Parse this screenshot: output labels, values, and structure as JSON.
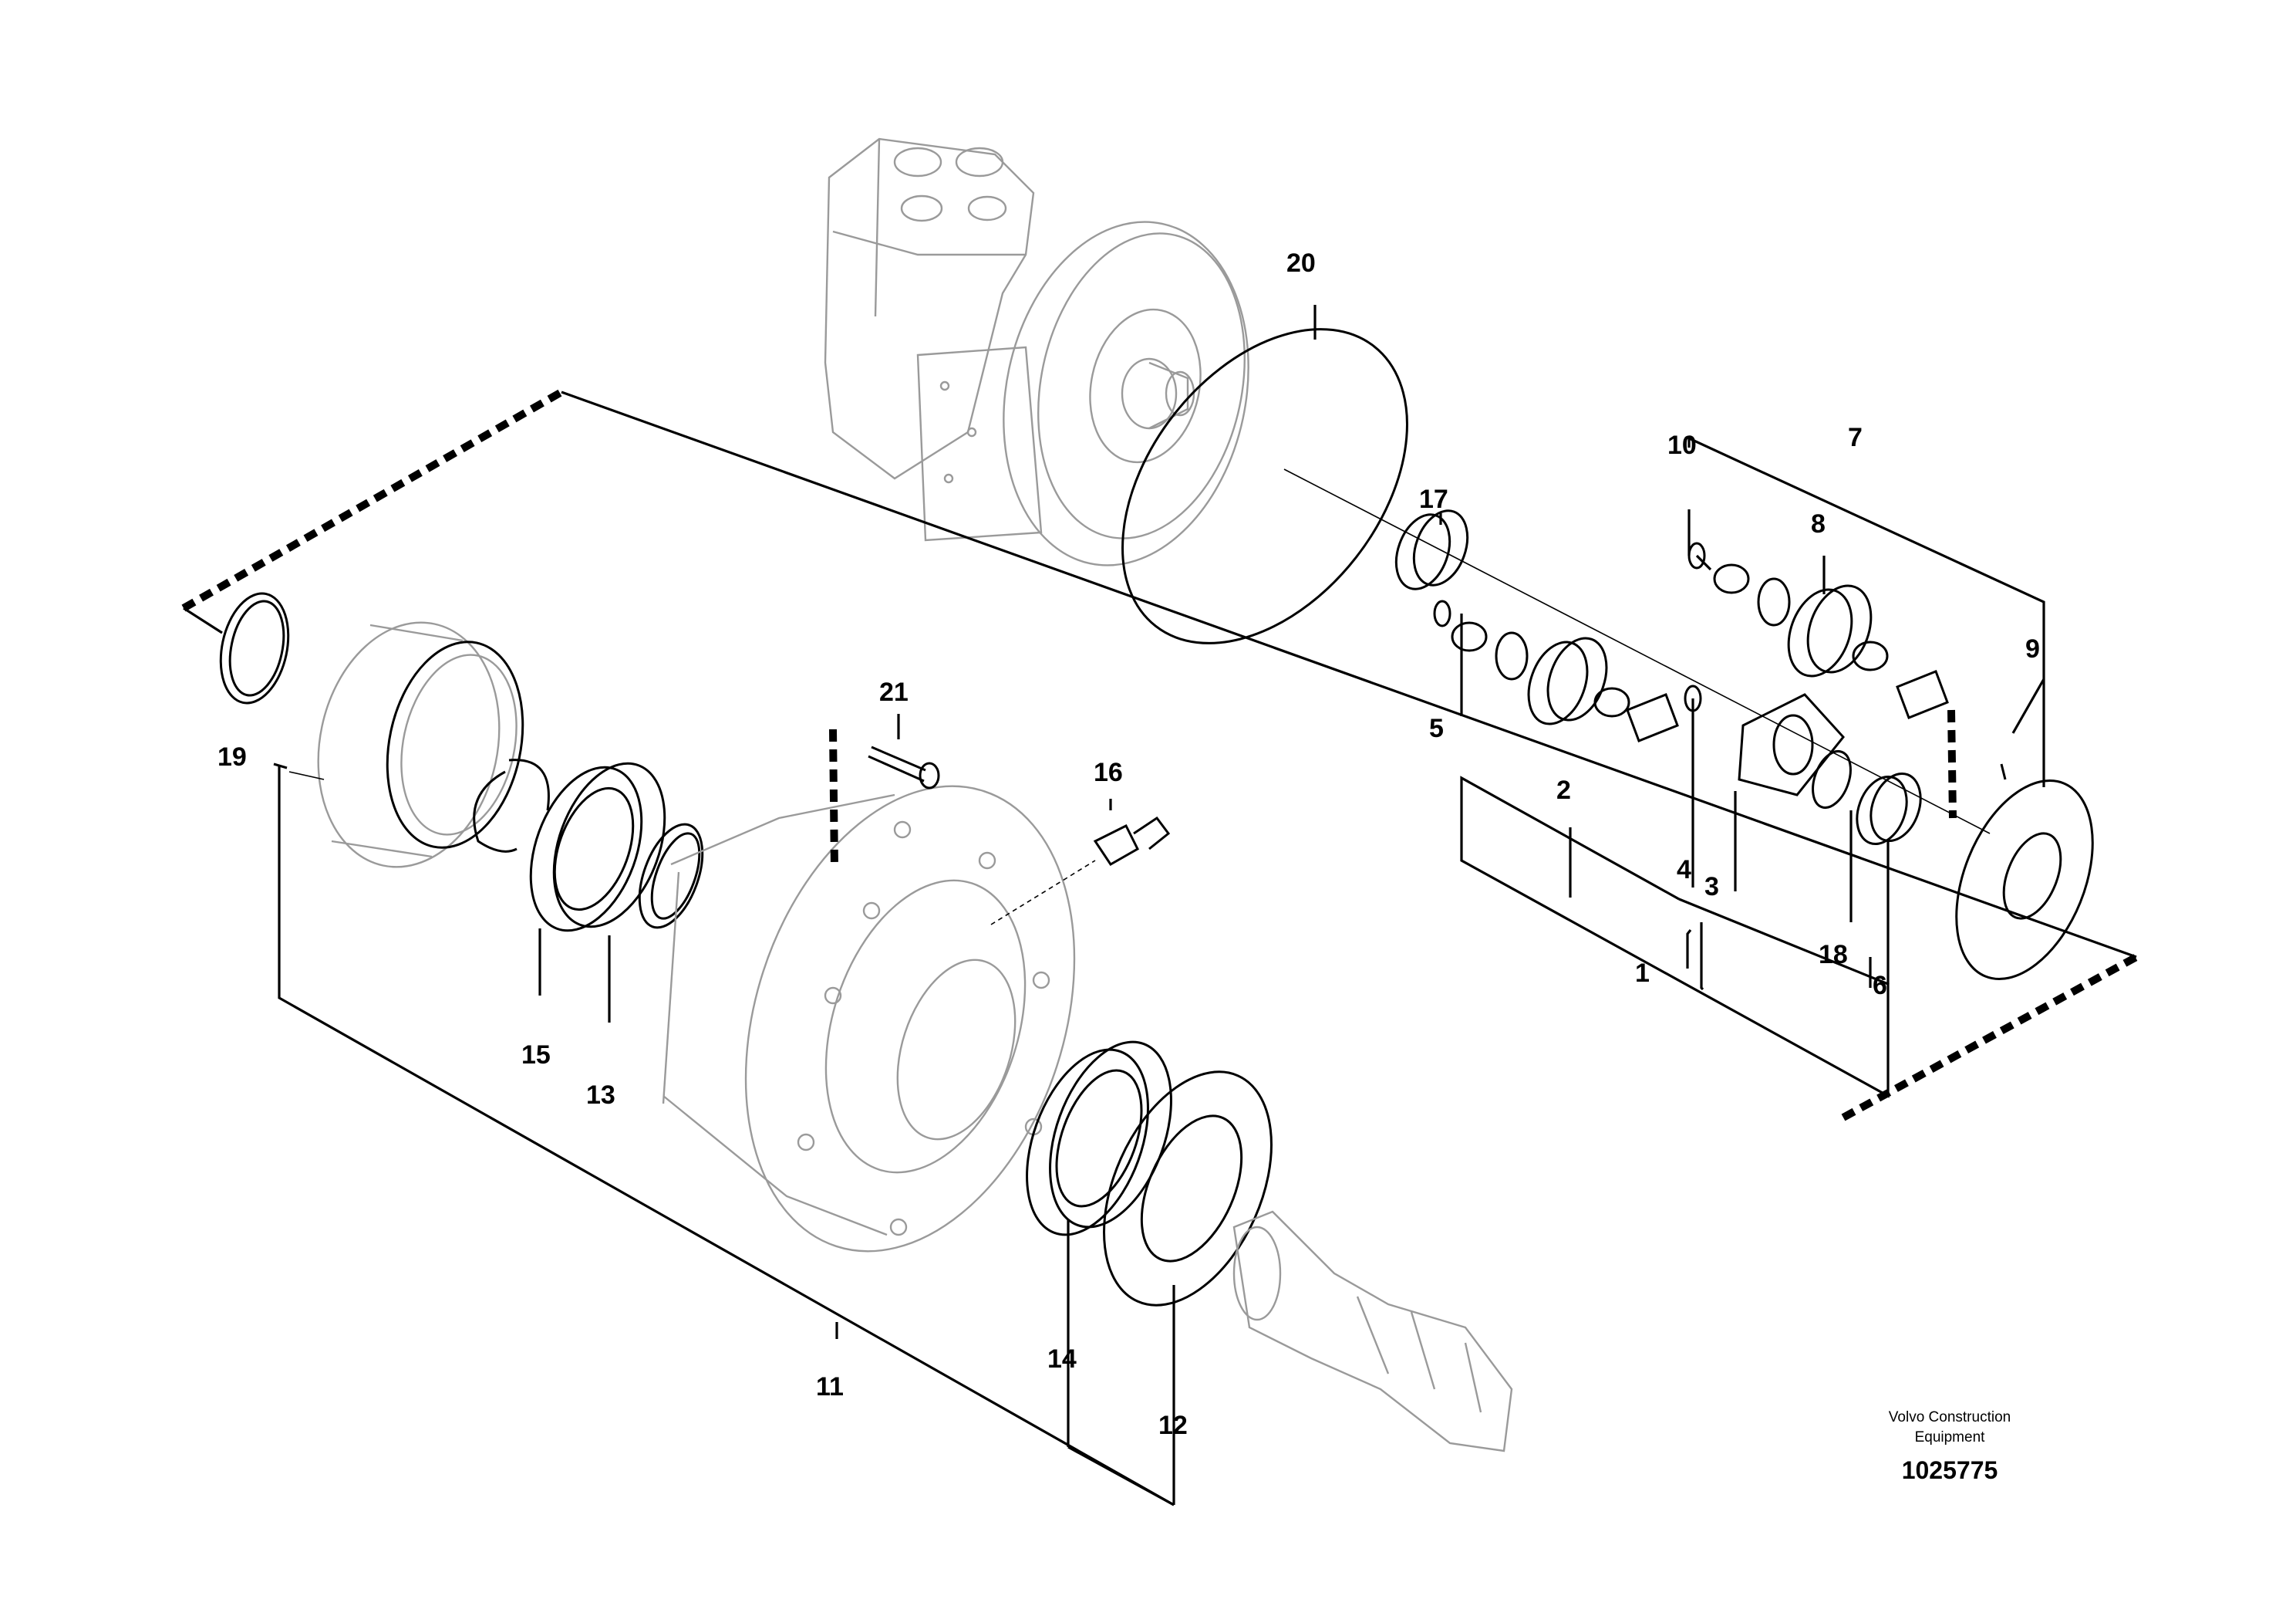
{
  "diagram": {
    "callouts": [
      "1",
      "2",
      "3",
      "4",
      "5",
      "6",
      "7",
      "8",
      "9",
      "10",
      "11",
      "12",
      "13",
      "14",
      "15",
      "16",
      "17",
      "18",
      "19",
      "20",
      "21"
    ],
    "footer": {
      "brand_line1": "Volvo Construction",
      "brand_line2": "Equipment",
      "doc_number": "1025775"
    }
  }
}
